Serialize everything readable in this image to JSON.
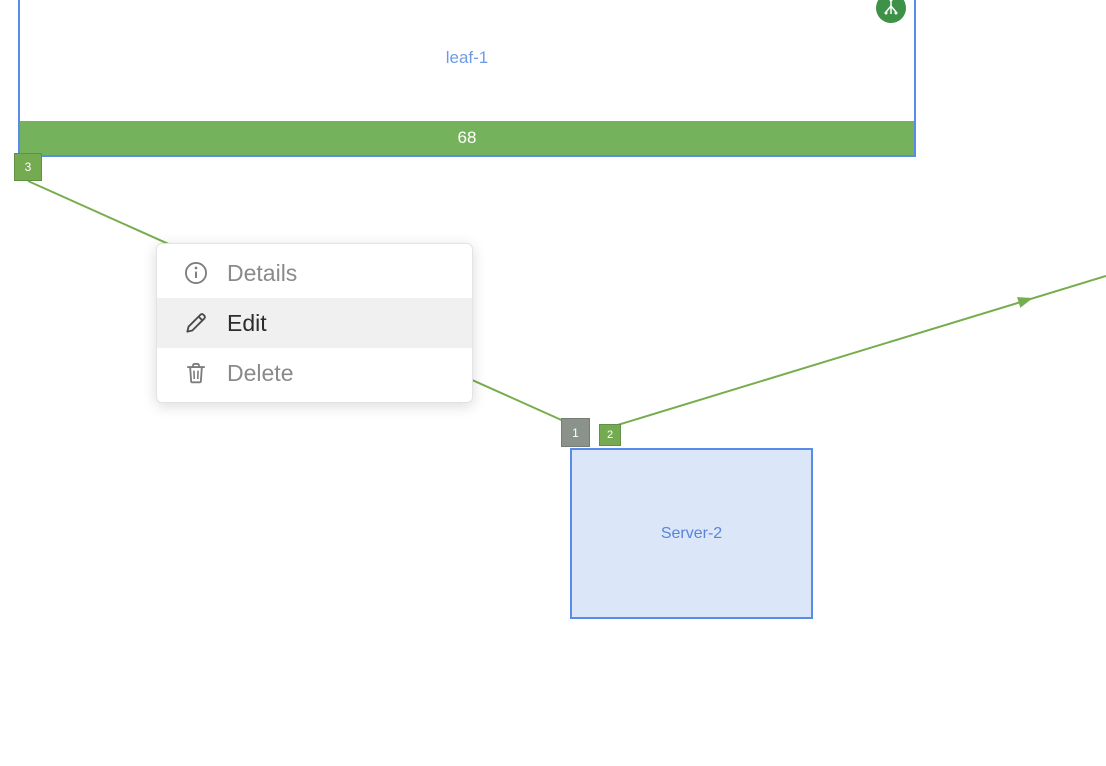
{
  "diagram": {
    "nodes": {
      "leaf1": {
        "label": "leaf-1",
        "stat": "68",
        "port": "3"
      },
      "server2": {
        "label": "Server-2",
        "port1": "1",
        "port2": "2"
      }
    },
    "links": [
      {
        "from": "leaf-1:3",
        "to": "Server-2:1"
      },
      {
        "from": "Server-2:2",
        "to": "off-canvas-right"
      }
    ],
    "colors": {
      "link_green": "#76ad4f",
      "node_border_blue": "#598ce8",
      "leaf_label_blue": "#6d9ae8",
      "server_fill_blue": "#dbe6f8",
      "stat_bar_green": "#74b25c",
      "port_badge_green": "#74ab50",
      "port_badge_gray": "#8b918b",
      "role_icon_green": "#3e9247"
    }
  },
  "context_menu": {
    "items": [
      {
        "label": "Details",
        "icon": "info-icon",
        "highlighted": false
      },
      {
        "label": "Edit",
        "icon": "pencil-icon",
        "highlighted": true
      },
      {
        "label": "Delete",
        "icon": "trash-icon",
        "highlighted": false
      }
    ]
  }
}
